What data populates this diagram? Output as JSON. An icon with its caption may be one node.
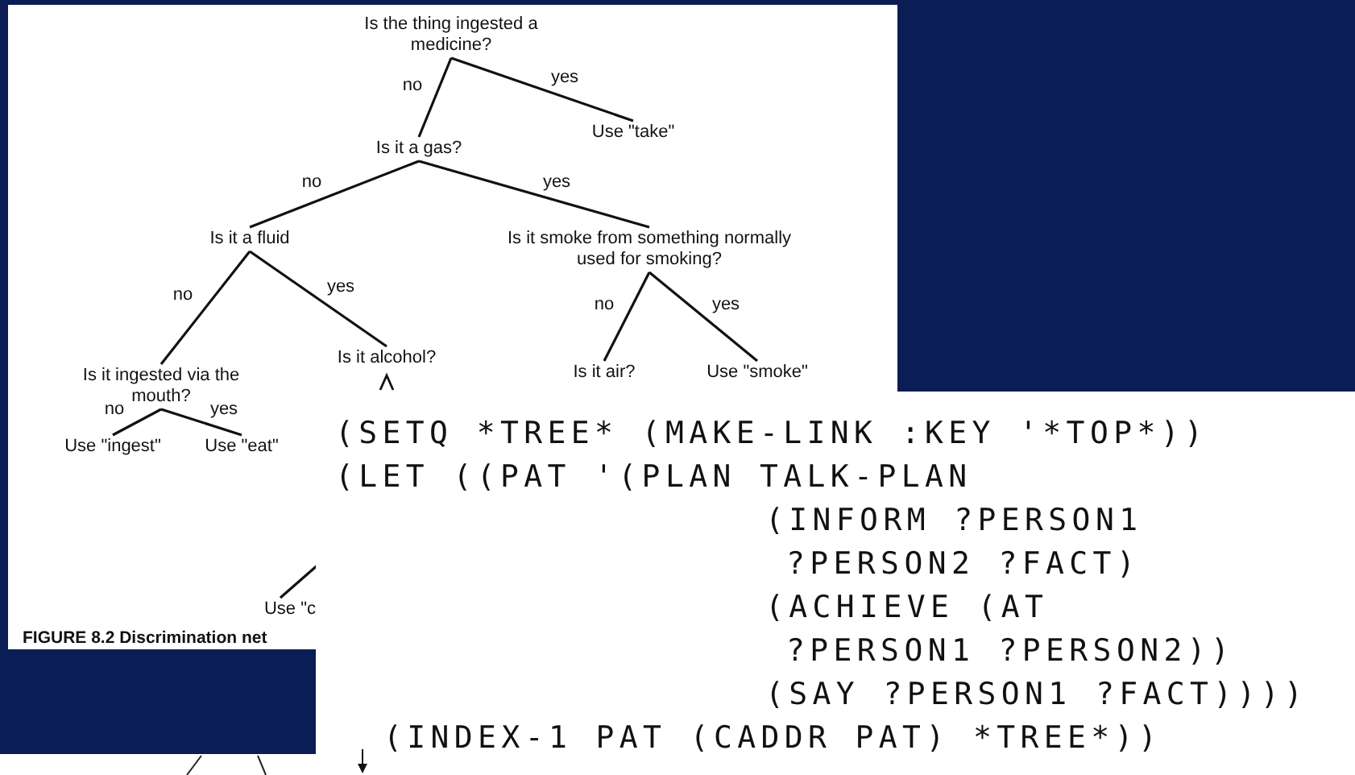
{
  "diagram": {
    "caption": "FIGURE 8.2 Discrimination net",
    "nodes": [
      {
        "text": [
          "Is the thing ingested a medicine?"
        ]
      },
      {
        "text": [
          "Use \"take\""
        ]
      },
      {
        "text": [
          "Is it a gas?"
        ]
      },
      {
        "text": [
          "Is it a fluid"
        ]
      },
      {
        "text": [
          "Is it smoke from something normally used for smoking?"
        ]
      },
      {
        "text": [
          "Is it ingested via the mouth?"
        ]
      },
      {
        "text": [
          "Is it alcohol?"
        ]
      },
      {
        "text": [
          "Is it air?"
        ]
      },
      {
        "text": [
          "Use \"smoke\""
        ]
      },
      {
        "text": [
          "Use \"ingest\""
        ]
      },
      {
        "text": [
          "Use \"eat\""
        ]
      },
      {
        "text": [
          "Use \"c"
        ]
      }
    ],
    "edges": [
      {
        "from": 0,
        "to": 2,
        "arrow": "none",
        "label": "no"
      },
      {
        "from": 0,
        "to": 1,
        "arrow": "none",
        "label": "yes"
      },
      {
        "from": 2,
        "to": 3,
        "arrow": "none",
        "label": "no"
      },
      {
        "from": 2,
        "to": 4,
        "arrow": "none",
        "label": "yes"
      },
      {
        "from": 3,
        "to": 5,
        "arrow": "none",
        "label": "no"
      },
      {
        "from": 3,
        "to": 6,
        "arrow": "none",
        "label": "yes"
      },
      {
        "from": 4,
        "to": 7,
        "arrow": "none",
        "label": "no"
      },
      {
        "from": 4,
        "to": 8,
        "arrow": "none",
        "label": "yes"
      },
      {
        "from": 5,
        "to": 9,
        "arrow": "none",
        "label": "no"
      },
      {
        "from": 5,
        "to": 10,
        "arrow": "none",
        "label": "yes"
      },
      {
        "from": null,
        "to": 11,
        "arrow": "none"
      }
    ],
    "labels": [
      "(SETQ *TREE* (MAKE-LINK :KEY '*TOP*))",
      "(LET ((PAT '(PLAN TALK-PLAN",
      "(INFORM ?PERSON1",
      "?PERSON2 ?FACT)",
      "(ACHIEVE (AT",
      "?PERSON1 ?PERSON2))",
      "(SAY ?PERSON1 ?FACT))))",
      "(INDEX-1 PAT (CADDR PAT) *TREE*))"
    ]
  }
}
